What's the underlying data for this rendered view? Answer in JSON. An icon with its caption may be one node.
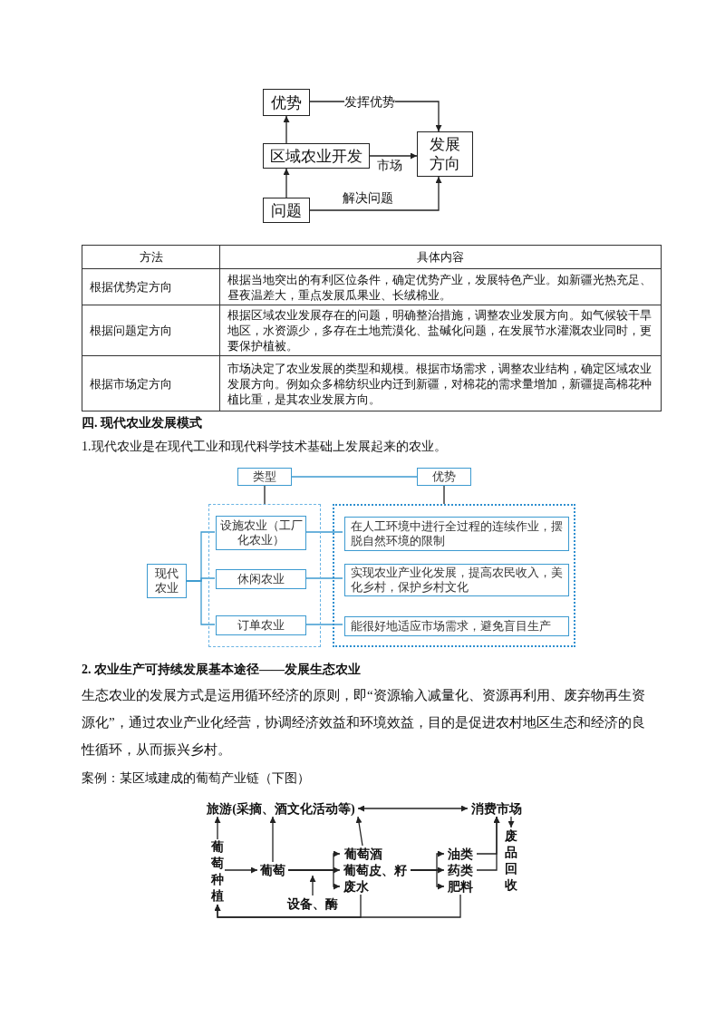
{
  "diagram": {
    "nodes": [
      {
        "text": [
          "优势"
        ]
      },
      {
        "text": [
          "区域农业开发"
        ]
      },
      {
        "text": [
          "问题"
        ]
      },
      {
        "text": [
          "发展方向"
        ]
      },
      {
        "text": [
          "类型"
        ]
      },
      {
        "text": [
          "优势"
        ]
      },
      {
        "text": [],
        "shape": "box"
      },
      {
        "text": [],
        "shape": "box"
      },
      {
        "text": [
          "现代农业"
        ]
      },
      {
        "text": [
          "设施农业（工厂化农业）"
        ],
        "in": 6
      },
      {
        "text": [
          "休闲农业"
        ],
        "in": 6
      },
      {
        "text": [
          "订单农业"
        ],
        "in": 6
      },
      {
        "text": [
          "在人工环境中进行全过程的连续作业，摆脱自然环境的限制"
        ],
        "in": 7
      },
      {
        "text": [
          "实现农业产业化发展，提高农民收入，美化乡村，保护乡村文化"
        ],
        "in": 7
      },
      {
        "text": [
          "能很好地适应市场需求，避免盲目生产"
        ],
        "in": 7
      },
      {
        "text": [
          "旅游(采摘、酒文化活动等)"
        ]
      },
      {
        "text": [
          "消费市场"
        ]
      },
      {
        "text": [
          "葡萄种植"
        ]
      },
      {
        "text": [
          "葡萄"
        ]
      },
      {
        "text": [
          "葡萄酒"
        ]
      },
      {
        "text": [
          "葡萄皮、籽"
        ]
      },
      {
        "text": [
          "废水"
        ]
      },
      {
        "text": [
          "油类"
        ]
      },
      {
        "text": [
          "药类"
        ]
      },
      {
        "text": [
          "肥料"
        ]
      },
      {
        "text": [
          "废品回收"
        ]
      },
      {
        "text": [
          "设备、酶"
        ]
      }
    ],
    "edges": [
      {
        "from": 1,
        "to": 0,
        "arrow": "to"
      },
      {
        "from": 2,
        "to": 1,
        "arrow": "to"
      },
      {
        "from": 0,
        "to": 3,
        "arrow": "to",
        "label": "发挥优势"
      },
      {
        "from": 1,
        "to": 3,
        "arrow": "to",
        "label": "市场"
      },
      {
        "from": 2,
        "to": 3,
        "arrow": "to",
        "label": "解决问题"
      },
      {
        "from": 4,
        "to": 5,
        "arrow": "none",
        "color": "#3c9ad0"
      },
      {
        "from": 4,
        "to": 6,
        "arrow": "none"
      },
      {
        "from": 5,
        "to": 7,
        "arrow": "none"
      },
      {
        "from": 8,
        "to": 9,
        "arrow": "none",
        "color": "#3c9ad0"
      },
      {
        "from": 8,
        "to": 10,
        "arrow": "none",
        "color": "#3c9ad0"
      },
      {
        "from": 8,
        "to": 11,
        "arrow": "none",
        "color": "#3c9ad0"
      },
      {
        "from": 9,
        "to": 12,
        "arrow": "none",
        "color": "#3c9ad0"
      },
      {
        "from": 10,
        "to": 13,
        "arrow": "none",
        "color": "#3c9ad0"
      },
      {
        "from": 11,
        "to": 14,
        "arrow": "none",
        "color": "#3c9ad0"
      },
      {
        "from": 15,
        "to": 16,
        "arrow": "both"
      },
      {
        "from": 17,
        "to": 15,
        "arrow": "to"
      },
      {
        "from": 18,
        "to": 15,
        "arrow": "to"
      },
      {
        "from": 19,
        "to": 15,
        "arrow": "to"
      },
      {
        "from": 17,
        "to": 18,
        "arrow": "to"
      },
      {
        "from": 18,
        "to": 19,
        "arrow": "to"
      },
      {
        "from": 18,
        "to": 20,
        "arrow": "to"
      },
      {
        "from": 18,
        "to": 21,
        "arrow": "to"
      },
      {
        "from": 26,
        "to": null,
        "arrow": "to"
      },
      {
        "from": 20,
        "to": 22,
        "arrow": "to"
      },
      {
        "from": 20,
        "to": 23,
        "arrow": "to"
      },
      {
        "from": 20,
        "to": 24,
        "arrow": "to"
      },
      {
        "from": 22,
        "to": 16,
        "arrow": "to"
      },
      {
        "from": 23,
        "to": 16,
        "arrow": "to"
      },
      {
        "from": 16,
        "to": 25,
        "arrow": "to"
      },
      {
        "from": 21,
        "to": 17,
        "arrow": "to"
      },
      {
        "from": 24,
        "to": 17,
        "arrow": "to"
      }
    ],
    "labels": [
      "方法",
      "具体内容",
      "根据优势定方向",
      "根据当地突出的有利区位条件，确定优势产业，发展特色产业。如新疆光热充足、昼夜温差大，重点发展瓜果业、长绒棉业。",
      "根据问题定方向",
      "根据区域农业发展存在的问题，明确整治措施，调整农业发展方向。如气候较干旱地区，水资源少，多存在土地荒漠化、盐碱化问题，在发展节水灌溉农业同时，更要保护植被。",
      "根据市场定方向",
      "市场决定了农业发展的类型和规模。根据市场需求，调整农业结构，确定区域农业发展方向。例如众多棉纺织业内迁到新疆，对棉花的需求量增加，新疆提高棉花种植比重，是其农业发展方向。",
      "四. 现代农业发展模式",
      "1.现代农业是在现代工业和现代科学技术基础上发展起来的农业。",
      "2. 农业生产可持续发展基本途径——发展生态农业",
      "生态农业的发展方式是运用循环经济的原则，即“资源输入减量化、资源再利用、废弃物再生资源化”，通过农业产业化经营，协调经济效益和环境效益，目的是促进农村地区生态和经济的良性循环，从而振兴乡村。",
      "案例：某区域建成的葡萄产业链（下图）"
    ]
  }
}
